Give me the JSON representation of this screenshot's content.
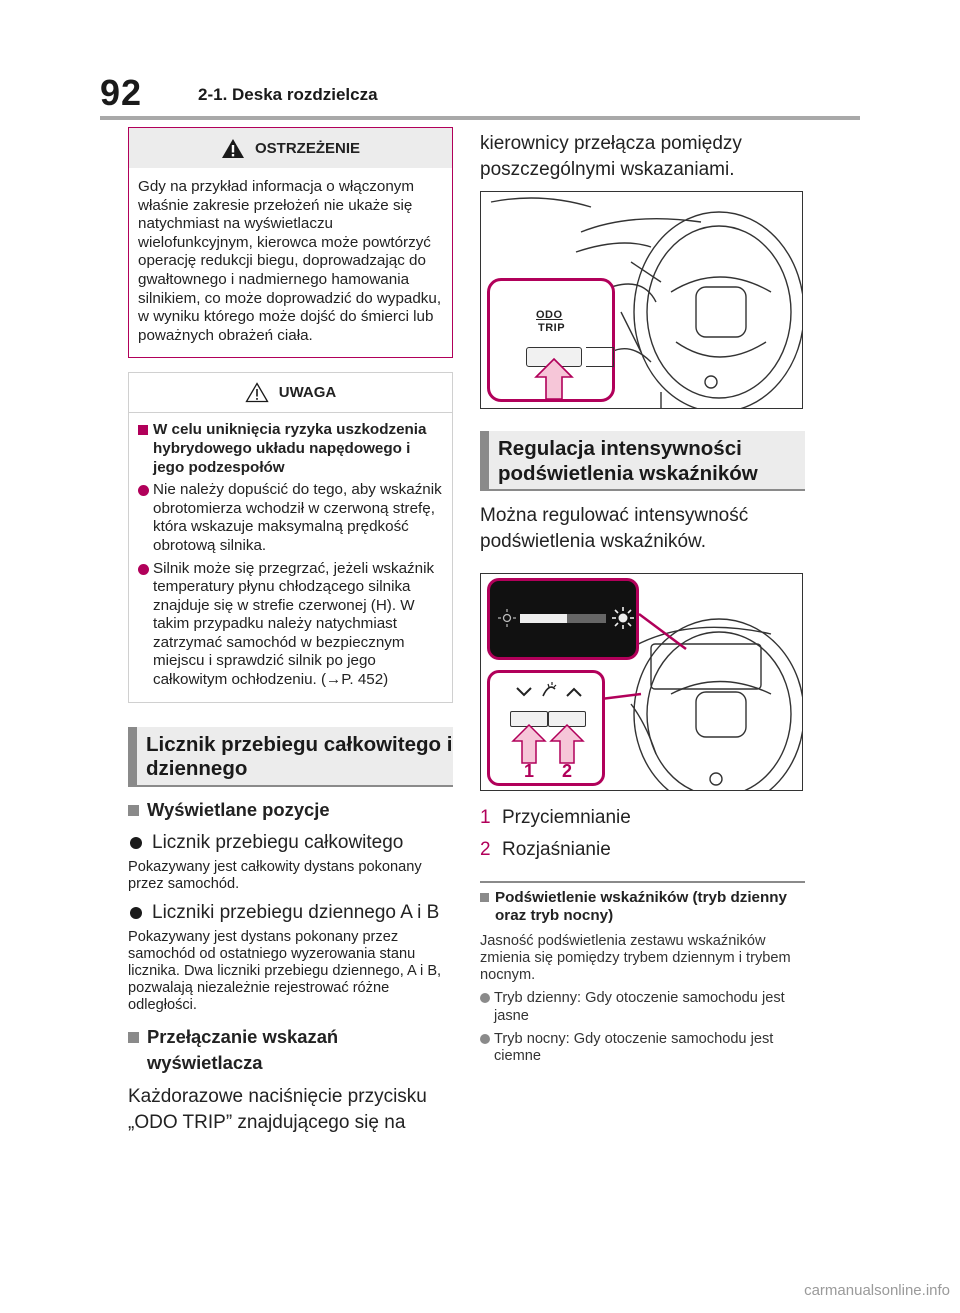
{
  "header": {
    "page_number": "92",
    "section": "2-1. Deska rozdzielcza"
  },
  "warning": {
    "label": "OSTRZEŻENIE",
    "text": "Gdy na przykład informacja o włączonym właśnie zakresie przełożeń nie ukaże się natychmiast na wyświetlaczu wielofunkcyjnym, kierowca może powtórzyć operację redukcji biegu, doprowadzając do gwałtownego i nadmiernego hamowania silnikiem, co może doprowadzić do wypadku, w wyniku którego może dojść do śmierci lub poważnych obrażeń ciała."
  },
  "notice": {
    "label": "UWAGA",
    "subheading": "W celu uniknięcia ryzyka uszkodzenia hybrydowego układu napędowego i jego podzespołów",
    "bullets": [
      "Nie należy dopuścić do tego, aby wskaźnik obrotomierza wchodził w czerwoną strefę, która wskazuje maksymalną prędkość obrotową silnika.",
      "Silnik może się przegrzać, jeżeli wskaźnik temperatury płynu chłodzącego silnika znajduje się w strefie czerwonej (H). W takim przypadku należy natychmiast zatrzymać samochód w bezpiecznym miejscu i sprawdzić silnik po jego całkowitym ochłodzeniu. (→P. 452)"
    ]
  },
  "odometer": {
    "title": "Licznik przebiegu całkowitego i dziennego",
    "display_items_heading": "Wyświetlane pozycje",
    "odo_heading": "Licznik przebiegu całkowitego",
    "odo_text": "Pokazywany jest całkowity dystans pokonany przez samochód.",
    "trip_heading": "Liczniki przebiegu dziennego A i B",
    "trip_text": "Pokazywany jest dystans pokonany przez samochód od ostatniego wyzerowania stanu licznika. Dwa liczniki przebiegu dziennego, A i B, pozwalają niezależnie rejestrować różne odległości.",
    "switch_heading": "Przełączanie wskazań wyświetlacza",
    "switch_text": "Każdorazowe naciśnięcie przycisku „ODO TRIP” znajdującego się na kierownicy przełącza pomiędzy poszczególnymi wskazaniami.",
    "button_label_line1": "ODO",
    "button_label_line2": "TRIP"
  },
  "brightness": {
    "title": "Regulacja intensywności podświetlenia wskaźników",
    "intro": "Można regulować intensywność podświetlenia wskaźników.",
    "callouts": [
      {
        "num": "1",
        "label": "Przyciemnianie"
      },
      {
        "num": "2",
        "label": "Rozjaśnianie"
      }
    ],
    "day_night_heading": "Podświetlenie wskaźników (tryb dzienny oraz tryb nocny)",
    "day_night_text": "Jasność podświetlenia zestawu wskaźników zmienia się pomiędzy trybem dziennym i trybem nocnym.",
    "day_mode": "Tryb dzienny: Gdy otoczenie samochodu jest jasne",
    "night_mode": "Tryb nocny: Gdy otoczenie samochodu jest ciemne"
  },
  "footer": {
    "watermark": "carmanualsonline.info"
  },
  "colors": {
    "accent": "#b1005a",
    "gray_bar": "#8a8a8a",
    "panel_bg": "#ececec",
    "arrow_fill": "#f6c6d8"
  }
}
